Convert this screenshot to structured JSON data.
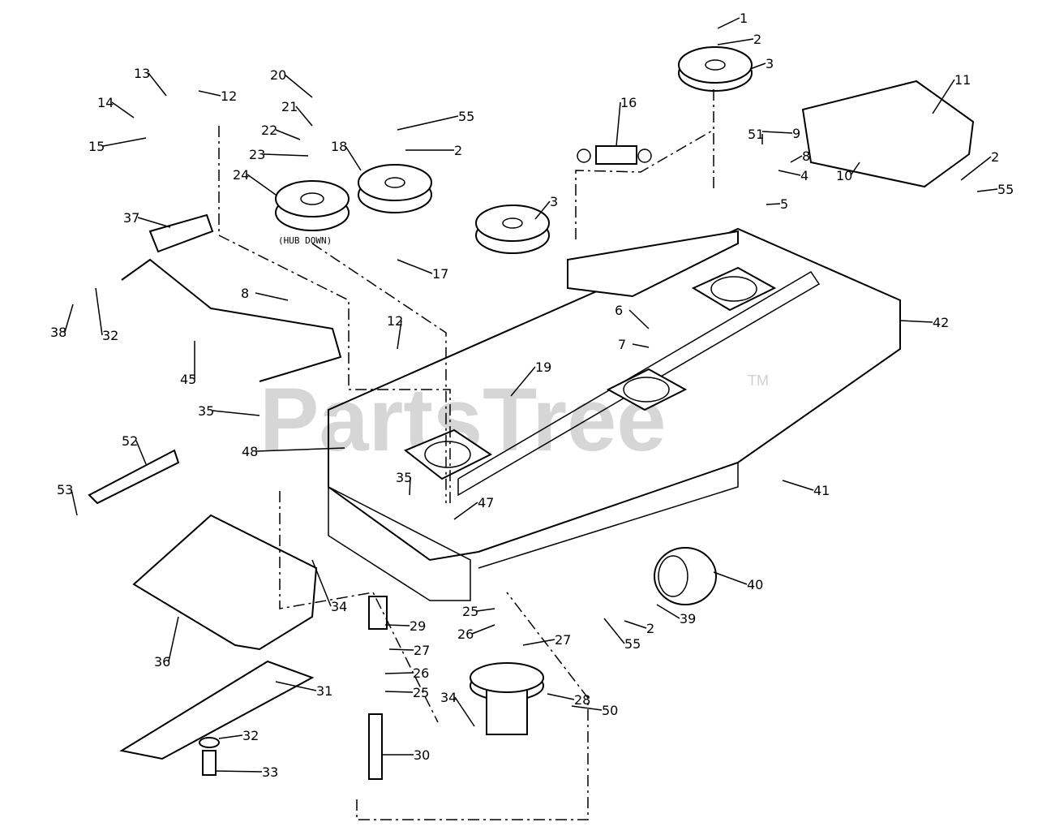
{
  "diagram": {
    "watermark": "PartsTree",
    "watermark_tm": "TM",
    "hub_note": "(HUB DOWN)",
    "callouts": [
      "1",
      "2",
      "3",
      "11",
      "20",
      "12",
      "13",
      "14",
      "55",
      "16",
      "21",
      "9",
      "51",
      "8",
      "22",
      "2",
      "18",
      "15",
      "4",
      "10",
      "2",
      "55",
      "23",
      "24",
      "5",
      "3",
      "37",
      "17",
      "6",
      "7",
      "8",
      "42",
      "38",
      "32",
      "12",
      "45",
      "19",
      "35",
      "48",
      "52",
      "41",
      "35",
      "47",
      "53",
      "40",
      "34",
      "25",
      "26",
      "29",
      "27",
      "27",
      "39",
      "2",
      "55",
      "36",
      "26",
      "25",
      "31",
      "28",
      "34",
      "50",
      "32",
      "30",
      "33"
    ]
  }
}
